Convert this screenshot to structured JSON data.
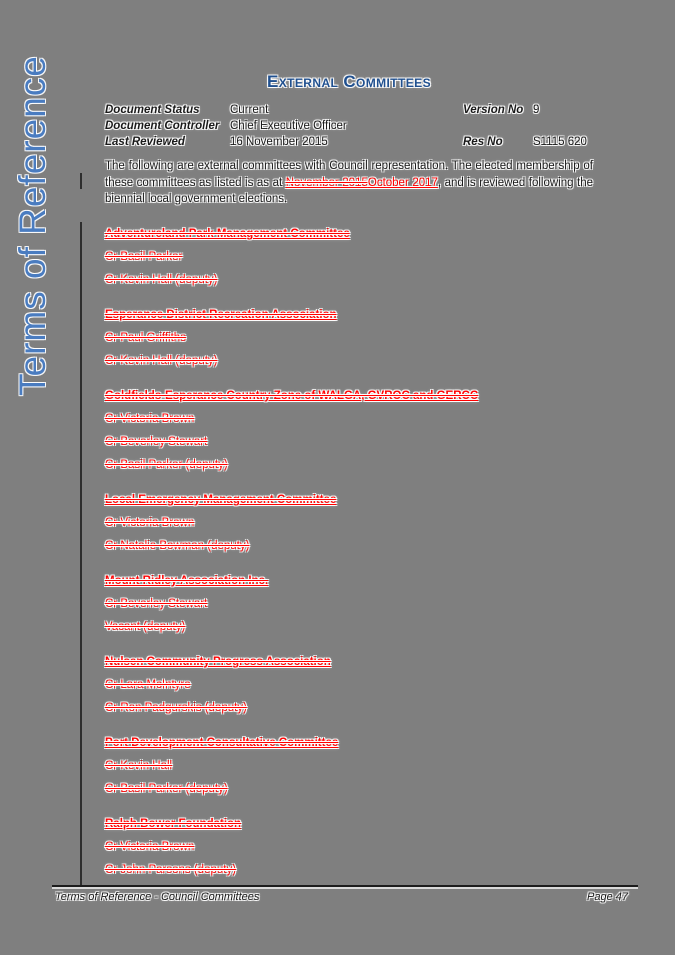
{
  "sidebar": {
    "title": "Terms of Reference"
  },
  "header": {
    "title": "External Committees"
  },
  "metadata": {
    "rows": [
      {
        "label": "Document Status",
        "value": "Current"
      },
      {
        "label": "Document Controller",
        "value": "Chief Executive Officer"
      },
      {
        "label": "Last Reviewed",
        "value": "16 November 2015"
      }
    ],
    "version_label": "Version No",
    "version_value": "9",
    "res_label": "Res No",
    "res_value": "S1115 620"
  },
  "intro": {
    "before": "The following are external committees with Council representation. The elected membership of these committees as listed is as at ",
    "deleted": "November 2015",
    "inserted": "October 2017",
    "after": ", and is reviewed following the biennial local government elections."
  },
  "committees": [
    {
      "name": "Adventureland Park Management Committee",
      "members": [
        "Cr Basil Parker",
        "Cr Kevin Hall (deputy)"
      ]
    },
    {
      "name": "Esperance District Recreation Association",
      "members": [
        "Cr Paul Griffiths",
        "Cr Kevin Hall (deputy)"
      ]
    },
    {
      "name": "Goldfields-Esperance Country Zone of WALGA, GVROC and GERCC",
      "members": [
        "Cr Victoria Brown",
        "Cr Beverley Stewart",
        "Cr Basil Parker (deputy)"
      ]
    },
    {
      "name": "Local Emergency Management Committee",
      "members": [
        "Cr Victoria Brown",
        "Cr Natalie Bowman (deputy)"
      ]
    },
    {
      "name": "Mount Ridley Association Inc.",
      "members": [
        "Cr Beverley Stewart",
        "Vacant (deputy)"
      ]
    },
    {
      "name": "Nulsen Community Progress Association",
      "members": [
        "Cr Lara McIntyre",
        "Cr Ron Padgurskis (deputy)"
      ]
    },
    {
      "name": "Port Development Consultative Committee",
      "members": [
        "Cr Kevin Hall",
        "Cr Basil Parker (deputy)"
      ]
    },
    {
      "name": "Ralph Bower Foundation",
      "members": [
        "Cr Victoria Brown",
        "Cr John Parsons (deputy)"
      ]
    }
  ],
  "footer": {
    "left": "Terms of Reference - Council Committees",
    "right": "Page 47"
  },
  "colors": {
    "page_background": "#7f7f7f",
    "title_blue": "#20508f",
    "sidebar_blue": "#4a7cc0",
    "tracked_change_red": "#ff0000",
    "body_text": "#1a1a1a"
  }
}
